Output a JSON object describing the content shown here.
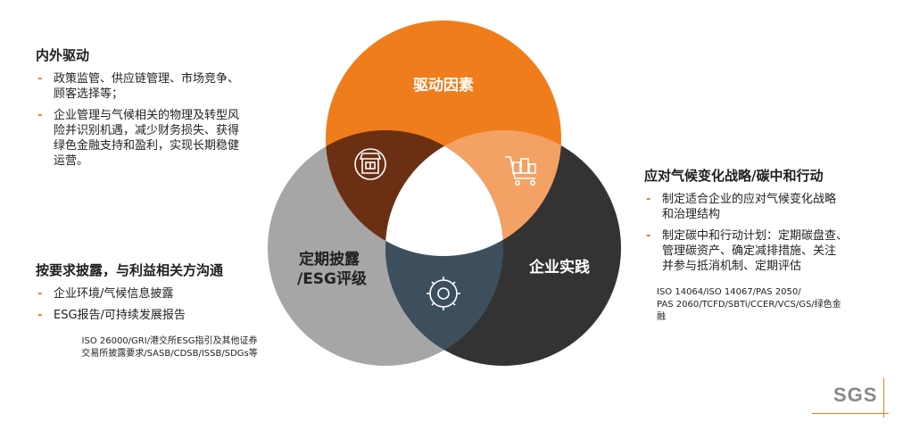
{
  "diagram": {
    "circles": [
      {
        "id": "top",
        "label": "驱动因素",
        "color": "#f07d1b"
      },
      {
        "id": "left",
        "label_lines": [
          "定期披露",
          "/ESG评级"
        ],
        "color": "#a6a6a6"
      },
      {
        "id": "right",
        "label": "企业实践",
        "color": "#333333"
      }
    ],
    "overlap_colors": {
      "top_left": "#6b3013",
      "top_right": "#f4a165",
      "left_right": "#3d4f5c",
      "center": "#ffffff"
    },
    "icons": [
      "shop-icon",
      "shopping-cart-icon",
      "settings-gear-icon"
    ]
  },
  "drivers_panel": {
    "heading": "内外驱动",
    "items": [
      [
        "政策监管、供应链管理、市场竞争、",
        "顾客选择等；"
      ],
      [
        "企业管理与气候相关的物理及转型风",
        "险并识别机遇，减少财务损失、获得",
        "绿色金融支持和盈利，实现长期稳健",
        "运营。"
      ]
    ]
  },
  "disclosure_panel": {
    "heading": "按要求披露，与利益相关方沟通",
    "items": [
      "企业环境/气候信息披露",
      "ESG报告/可持续发展报告"
    ],
    "standards": [
      "ISO 26000/GRI/港交所ESG指引及其他证券",
      "交易所披露要求/SASB/CDSB/ISSB/SDGs等"
    ]
  },
  "practice_panel": {
    "heading": "应对气候变化战略/碳中和行动",
    "items": [
      [
        "制定适合企业的应对气候变化战略",
        "和治理结构"
      ],
      [
        "制定碳中和行动计划：定期碳盘查、",
        "管理碳资产、确定减排措施、关注",
        "并参与抵消机制、定期评估"
      ]
    ],
    "standards": [
      "ISO 14064/ISO 14067/PAS 2050/",
      "PAS 2060/TCFD/SBTi/CCER/VCS/GS/绿色金",
      "融"
    ]
  },
  "logo": {
    "text": "SGS",
    "accent": "#f07d1b"
  }
}
